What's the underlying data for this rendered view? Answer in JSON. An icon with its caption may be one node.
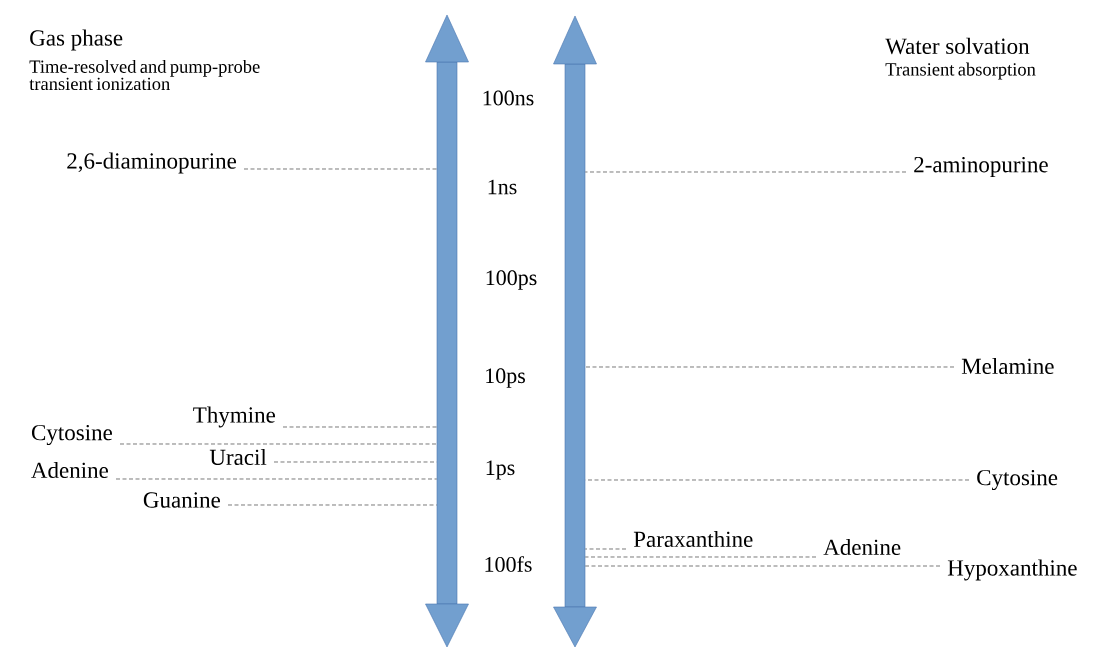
{
  "diagram": {
    "nodes": [
      {
        "text": [],
        "shape": "arrow"
      },
      {
        "text": [],
        "shape": "arrow"
      },
      {
        "text": [
          "2,6-diaminopurine"
        ]
      },
      {
        "text": [
          "Thymine"
        ]
      },
      {
        "text": [
          "Cytosine"
        ]
      },
      {
        "text": [
          "Uracil"
        ]
      },
      {
        "text": [
          "Adenine"
        ]
      },
      {
        "text": [
          "Guanine"
        ]
      },
      {
        "text": [
          "2-aminopurine"
        ]
      },
      {
        "text": [
          "Melamine"
        ]
      },
      {
        "text": [
          "Cytosine"
        ]
      },
      {
        "text": [
          "Paraxanthine"
        ]
      },
      {
        "text": [
          "Adenine"
        ]
      },
      {
        "text": [
          "Hypoxanthine"
        ]
      }
    ],
    "edges": [
      {
        "from": 2,
        "to": 0,
        "arrow": "none",
        "style": "dashed"
      },
      {
        "from": 3,
        "to": 0,
        "arrow": "none",
        "style": "dashed"
      },
      {
        "from": 4,
        "to": 0,
        "arrow": "none",
        "style": "dashed"
      },
      {
        "from": 5,
        "to": 0,
        "arrow": "none",
        "style": "dashed"
      },
      {
        "from": 6,
        "to": 0,
        "arrow": "none",
        "style": "dashed"
      },
      {
        "from": 7,
        "to": 0,
        "arrow": "none",
        "style": "dashed"
      },
      {
        "from": 8,
        "to": 1,
        "arrow": "none",
        "style": "dashed"
      },
      {
        "from": 9,
        "to": 1,
        "arrow": "none",
        "style": "dashed"
      },
      {
        "from": 10,
        "to": 1,
        "arrow": "none",
        "style": "dashed"
      },
      {
        "from": 11,
        "to": 1,
        "arrow": "none",
        "style": "dashed"
      },
      {
        "from": 12,
        "to": 1,
        "arrow": "none",
        "style": "dashed"
      },
      {
        "from": 13,
        "to": 1,
        "arrow": "none",
        "style": "dashed"
      }
    ],
    "labels": [
      "Gas phase",
      "Time-resolved and pump-probe transient ionization",
      "Water solvation",
      "Transient absorption",
      "100ns",
      "1ns",
      "100ps",
      "10ps",
      "1ps",
      "100fs"
    ]
  }
}
